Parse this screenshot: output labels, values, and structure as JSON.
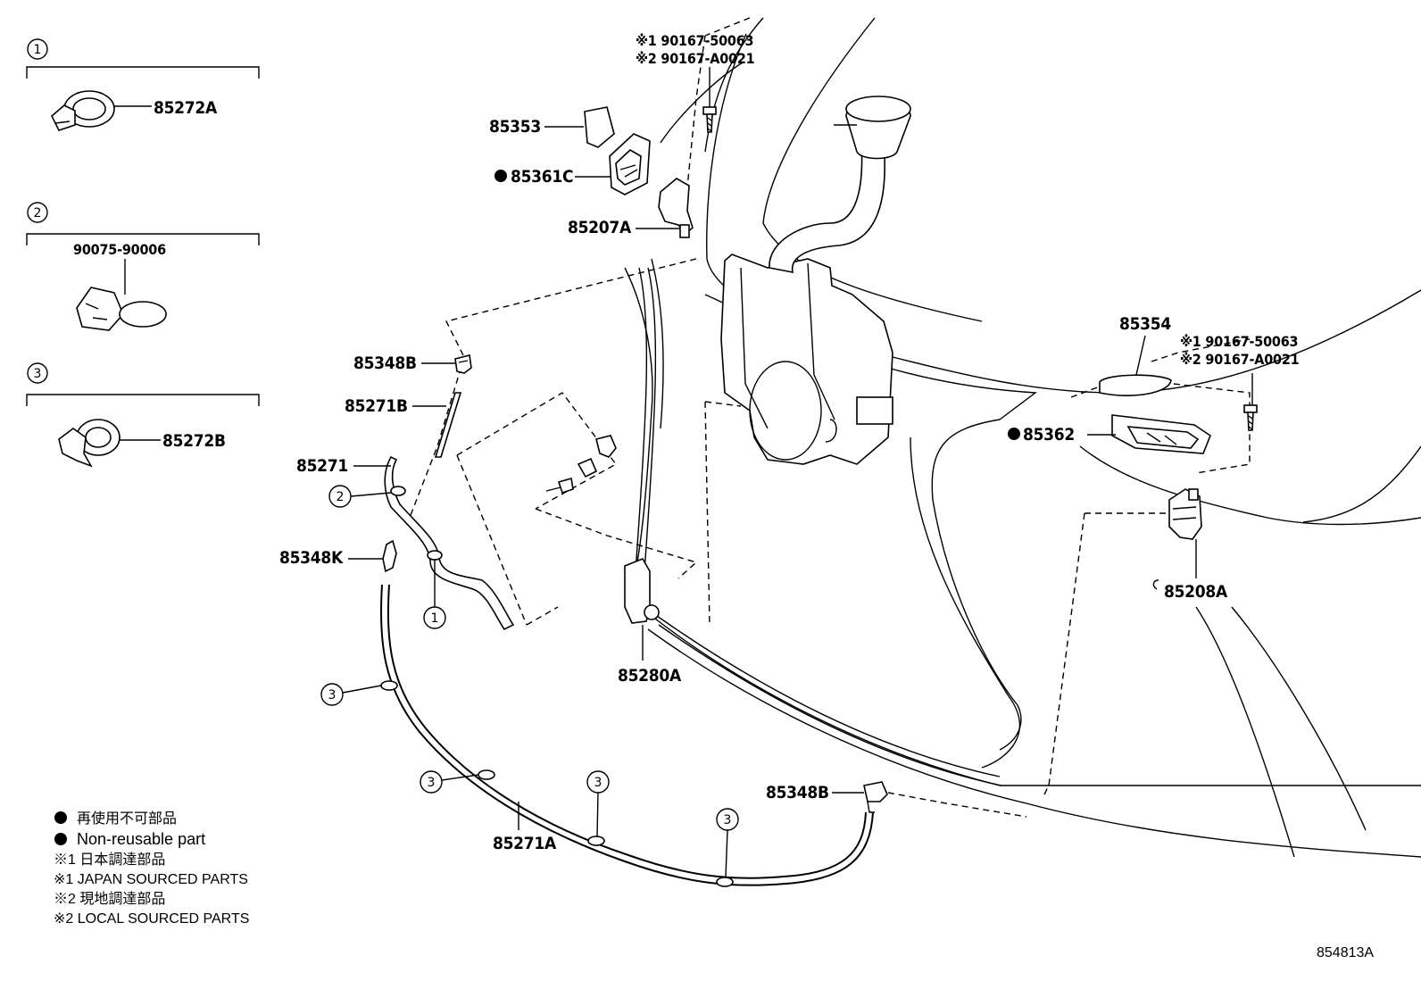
{
  "diagram": {
    "ref_code": "854813A",
    "callouts": {
      "c1": "1",
      "c2": "2",
      "c3": "3"
    },
    "clip_group_1": {
      "number": "1",
      "part": "85272A"
    },
    "clip_group_2": {
      "number": "2",
      "part": "90075-90006"
    },
    "clip_group_3": {
      "number": "3",
      "part": "85272B"
    },
    "top_screw": {
      "line1": "※1 90167-50063",
      "line2": "※2 90167-A0021"
    },
    "right_screw": {
      "line1": "※1 90167-50063",
      "line2": "※2 90167-A0021"
    },
    "parts": {
      "p85353": "85353",
      "p85361C": "85361C",
      "p85207A": "85207A",
      "p85348B_top": "85348B",
      "p85271B": "85271B",
      "p85271": "85271",
      "p85348K": "85348K",
      "p85280A": "85280A",
      "p85271A": "85271A",
      "p85348B_bottom": "85348B",
      "p85354": "85354",
      "p85362": "85362",
      "p85208A": "85208A"
    },
    "legend": {
      "nonreusable_jp": "再使用不可部品",
      "nonreusable_en": "Non-reusable part",
      "japan_jp": "※1 日本調達部品",
      "japan_en": "※1 JAPAN SOURCED PARTS",
      "local_jp": "※2 現地調達部品",
      "local_en": "※2 LOCAL SOURCED PARTS"
    }
  }
}
